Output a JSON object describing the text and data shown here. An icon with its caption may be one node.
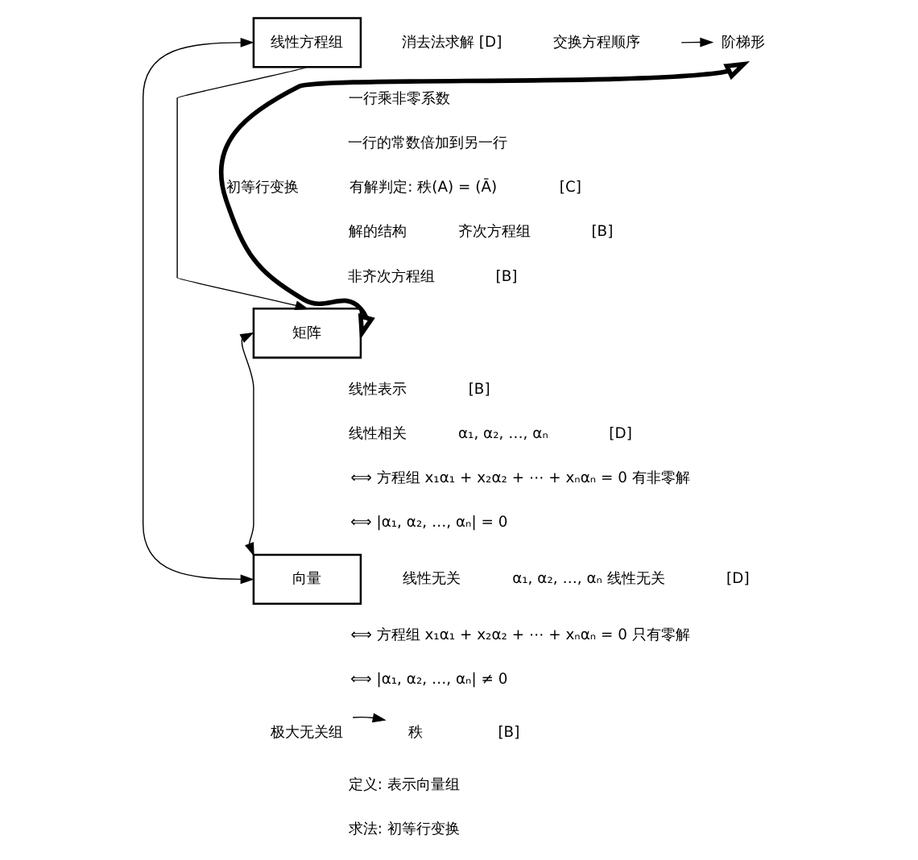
{
  "diagram": {
    "nodes": [
      {
        "text": [
          "线性方程组"
        ]
      },
      {
        "text": [
          "矩阵"
        ]
      },
      {
        "text": [
          "向量"
        ]
      },
      {
        "text": [
          "阶梯形"
        ]
      },
      {
        "text": [
          "极大无关组"
        ]
      },
      {
        "text": [
          "秩"
        ]
      }
    ],
    "edges": [
      {
        "from": 0,
        "to": 1,
        "arrow": "to"
      },
      {
        "from": 2,
        "to": 0,
        "arrow": "both"
      },
      {
        "from": 2,
        "to": 1,
        "arrow": "both"
      },
      {
        "from": 1,
        "to": 3,
        "arrow": "both",
        "label": "初等行变换",
        "style": "thick"
      },
      {
        "from": null,
        "to": 3,
        "arrow": "to"
      },
      {
        "from": 4,
        "to": 5,
        "arrow": "to"
      }
    ],
    "labels": [
      "消去法求解 [D]",
      "交换方程顺序",
      "一行乘非零系数",
      "一行的常数倍加到另一行",
      "有解判定: 秩(A) = (Ā)",
      "[C]",
      "解的结构",
      "齐次方程组",
      "[B]",
      "非齐次方程组",
      "[B]",
      "线性表示",
      "[B]",
      "线性相关",
      "α₁, α₂, …, αₙ",
      "[D]",
      "⟺ 方程组 x₁α₁ + x₂α₂ + ⋯ + xₙαₙ = 0 有非零解",
      "⟺ |α₁, α₂, …, αₙ| = 0",
      "线性无关",
      "α₁, α₂, …, αₙ 线性无关",
      "[D]",
      "⟺ 方程组 x₁α₁ + x₂α₂ + ⋯ + xₙαₙ = 0 只有零解",
      "⟺ |α₁, α₂, …, αₙ| ≠ 0",
      "[B]",
      "定义: 表示向量组",
      "求法: 初等行变换"
    ]
  }
}
